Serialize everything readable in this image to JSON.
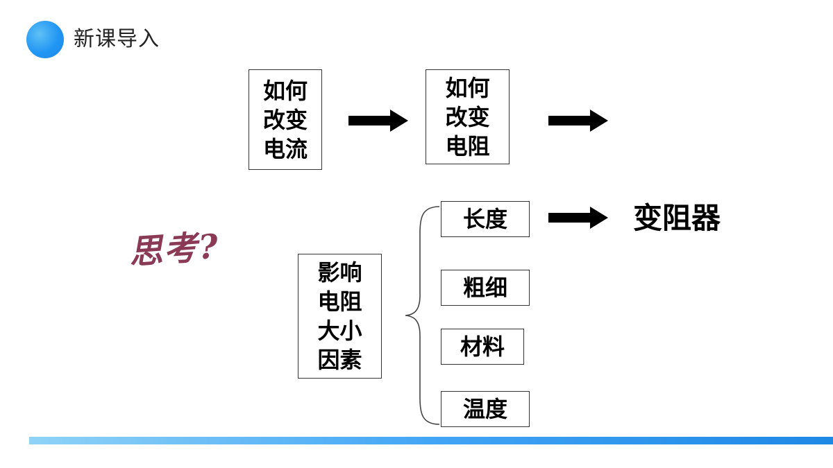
{
  "header": {
    "title": "新课导入"
  },
  "flow": {
    "box1": "如何\n改变\n电流",
    "box2": "如何\n改变\n电阻"
  },
  "factors": {
    "label": "影响\n电阻\n大小\n因素",
    "items": [
      "长度",
      "粗细",
      "材料",
      "温度"
    ]
  },
  "result": "变阻器",
  "think": "思考?",
  "colors": {
    "accent_blue": "#2196f3",
    "think_color": "#8b3a55"
  }
}
